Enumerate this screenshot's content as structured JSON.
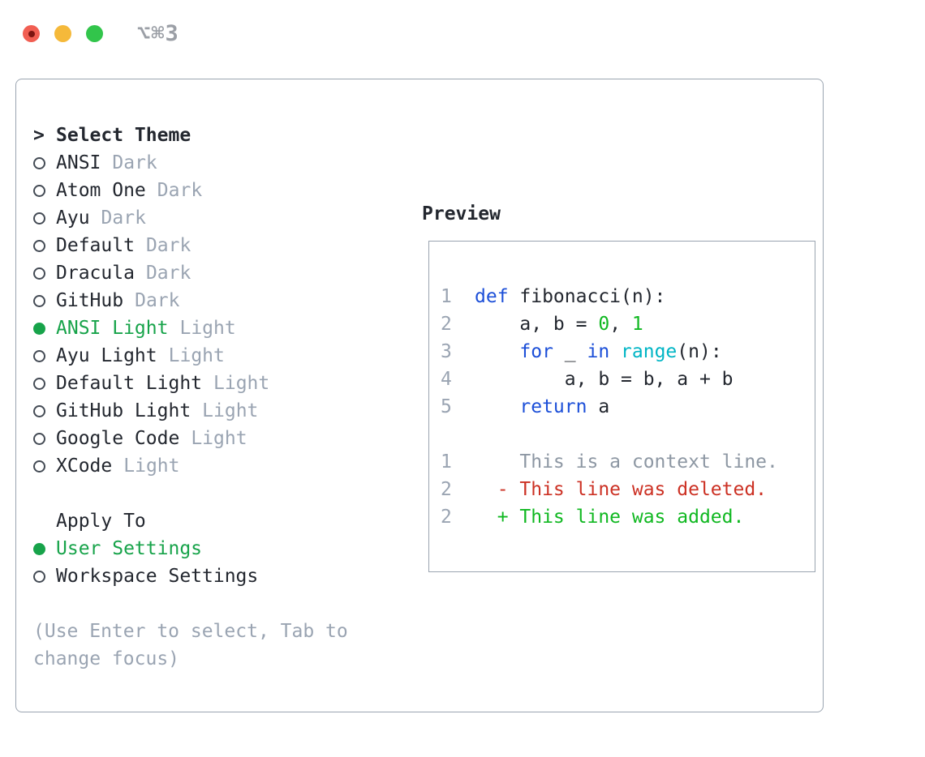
{
  "titlebar": {
    "shortcut": "⌥⌘3"
  },
  "theme_panel": {
    "prompt": ">",
    "header": "Select Theme",
    "items": [
      {
        "name": "ANSI",
        "variant": "Dark",
        "selected": false
      },
      {
        "name": "Atom One",
        "variant": "Dark",
        "selected": false
      },
      {
        "name": "Ayu",
        "variant": "Dark",
        "selected": false
      },
      {
        "name": "Default",
        "variant": "Dark",
        "selected": false
      },
      {
        "name": "Dracula",
        "variant": "Dark",
        "selected": false
      },
      {
        "name": "GitHub",
        "variant": "Dark",
        "selected": false
      },
      {
        "name": "ANSI Light",
        "variant": "Light",
        "selected": true
      },
      {
        "name": "Ayu Light",
        "variant": "Light",
        "selected": false
      },
      {
        "name": "Default Light",
        "variant": "Light",
        "selected": false
      },
      {
        "name": "GitHub Light",
        "variant": "Light",
        "selected": false
      },
      {
        "name": "Google Code",
        "variant": "Light",
        "selected": false
      },
      {
        "name": "XCode",
        "variant": "Light",
        "selected": false
      }
    ]
  },
  "apply_panel": {
    "header": "Apply To",
    "items": [
      {
        "label": "User Settings",
        "selected": true
      },
      {
        "label": "Workspace Settings",
        "selected": false
      }
    ]
  },
  "help": {
    "line1": "(Use Enter to select, Tab to",
    "line2": "change focus)"
  },
  "preview": {
    "header": "Preview",
    "lines": [
      {
        "num": "1",
        "tokens": [
          [
            "kw",
            "def"
          ],
          [
            "pln",
            " fibonacci(n):"
          ]
        ]
      },
      {
        "num": "2",
        "tokens": [
          [
            "pln",
            "    a, b = "
          ],
          [
            "grn",
            "0"
          ],
          [
            "pln",
            ", "
          ],
          [
            "grn",
            "1"
          ]
        ]
      },
      {
        "num": "3",
        "tokens": [
          [
            "pln",
            "    "
          ],
          [
            "kw",
            "for"
          ],
          [
            "pln",
            " _ "
          ],
          [
            "kw",
            "in"
          ],
          [
            "pln",
            " "
          ],
          [
            "cyn",
            "range"
          ],
          [
            "pln",
            "(n):"
          ]
        ]
      },
      {
        "num": "4",
        "tokens": [
          [
            "pln",
            "        a, b = b, a + b"
          ]
        ]
      },
      {
        "num": "5",
        "tokens": [
          [
            "pln",
            "    "
          ],
          [
            "kw",
            "return"
          ],
          [
            "pln",
            " a"
          ]
        ]
      },
      {
        "num": "",
        "tokens": []
      },
      {
        "num": "1",
        "tokens": [
          [
            "ctx",
            "    This is a context line."
          ]
        ]
      },
      {
        "num": "2",
        "tokens": [
          [
            "del",
            "  - This line was deleted."
          ]
        ]
      },
      {
        "num": "2",
        "tokens": [
          [
            "add",
            "  + This line was added."
          ]
        ]
      }
    ]
  },
  "colors": {
    "ink": "#23272f",
    "gray": "#9aa4b2",
    "ctx": "#8d97a3",
    "green-ui": "#17a34a",
    "green-diff": "#10b821",
    "red-diff": "#cc3124",
    "blue": "#1c4fd8",
    "cyan": "#00b5c5",
    "border": "#9aa4b0",
    "shortcut": "#9b9fa6",
    "tl-red": "#f15e52",
    "tl-red-dot": "#7c1511",
    "tl-yellow": "#f5b93a",
    "tl-green": "#32c54b"
  }
}
